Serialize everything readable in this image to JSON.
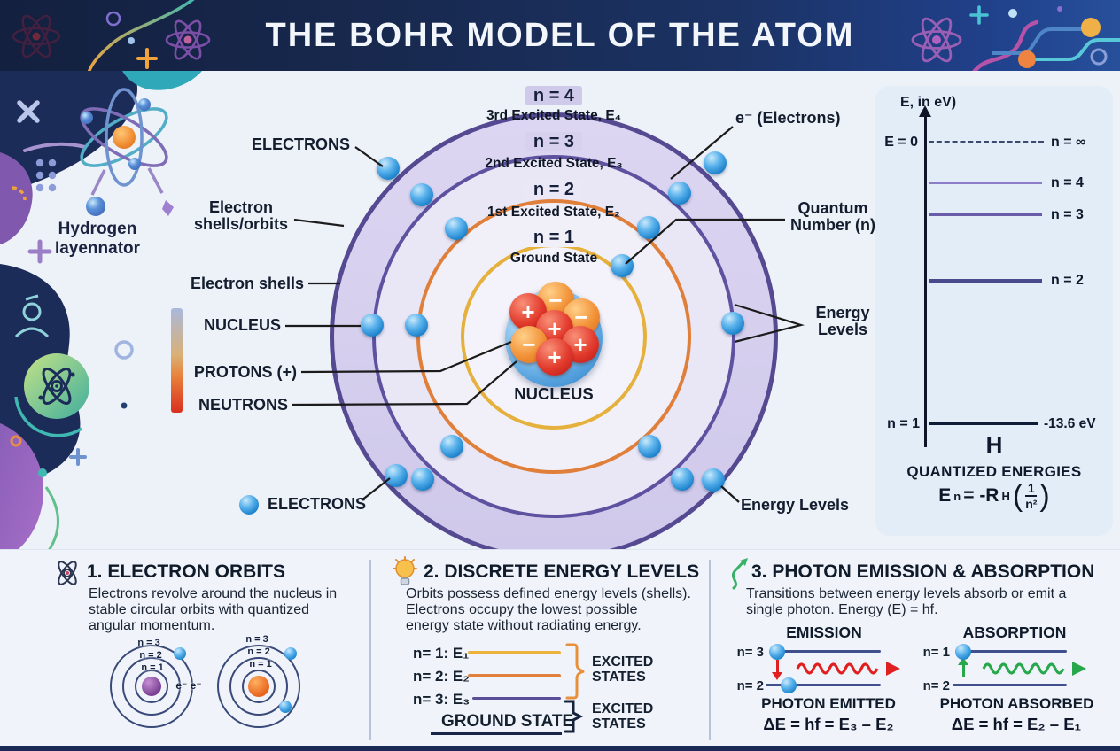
{
  "header": {
    "title": "THE BOHR MODEL OF THE ATOM"
  },
  "sidebar": {
    "brand_line1": "Hydrogen",
    "brand_line2": "Iayennator"
  },
  "diagram": {
    "shells": [
      {
        "n": "n = 4",
        "state": "3rd Excited State, E₄"
      },
      {
        "n": "n = 3",
        "state": "2nd Excited State, E₃"
      },
      {
        "n": "n = 2",
        "state": "1st Excited State, E₂"
      },
      {
        "n": "n = 1",
        "state": "Ground State"
      }
    ],
    "nucleus_caption": "NUCLEUS",
    "proton_symbol": "+",
    "neutron_symbol": "−",
    "labels": {
      "electrons_top": "ELECTRONS",
      "electron_shells_orbits": "Electron shells/orbits",
      "electron_shells": "Electron shells",
      "nucleus": "NUCLEUS",
      "protons": "PROTONS (+)",
      "neutrons": "NEUTRONS",
      "electrons_bottom": "ELECTRONS",
      "e_minus_electrons": "e⁻ (Electrons)",
      "quantum_number": "Quantum Number (n)",
      "energy_levels_right": "Energy Levels",
      "energy_levels_bottom": "Energy Levels"
    }
  },
  "energy_panel": {
    "axis_title": "E, in eV)",
    "zero_label": "E = 0",
    "infinity_label": "n = ∞",
    "level_n4": "n = 4",
    "level_n3": "n = 3",
    "level_n2": "n = 2",
    "level_n1": "n = 1",
    "ground_energy": "-13.6 eV",
    "element_symbol": "H",
    "caption": "QUANTIZED ENERGIES",
    "formula": {
      "base": "E",
      "base_sub": "n",
      "mid": "= -R",
      "mid_sub": "H",
      "open": "(",
      "num": "1",
      "den": "n²",
      "close": ")"
    }
  },
  "sections": {
    "one": {
      "title": "1. ELECTRON ORBITS",
      "line1": "Electrons revolve around the nucleus in",
      "line2": "stable circular orbits with quantized",
      "line3": "angular momentum.",
      "mini_n3": "n = 3",
      "mini_n2": "n = 2",
      "mini_n1": "n = 1",
      "electron_pair": "e⁻ e⁻"
    },
    "two": {
      "title": "2. DISCRETE ENERGY LEVELS",
      "line1": "Orbits possess defined energy levels (shells).",
      "line2": "Electrons occupy the lowest possible",
      "line3": "energy state without radiating energy.",
      "level1": "n= 1: E₁",
      "level2": "n= 2: E₂",
      "level3": "n= 3: E₃",
      "bracket_top": "EXCITED STATES",
      "ground": "GROUND STATE",
      "bracket_bottom": "EXCITED STATES"
    },
    "three": {
      "title": "3. PHOTON EMISSION & ABSORPTION",
      "line1": "Transitions between energy levels absorb or emit a",
      "line2": "single photon. Energy (E) = hf.",
      "emission": {
        "title": "EMISSION",
        "top_level": "n= 3",
        "bottom_level": "n= 2",
        "caption": "PHOTON EMITTED",
        "formula": "ΔE = hf = E₃ – E₂"
      },
      "absorption": {
        "title": "ABSORPTION",
        "top_level": "n= 1",
        "bottom_level": "n= 2",
        "caption": "PHOTON ABSORBED",
        "formula": "ΔE = hf = E₂ – E₁"
      }
    }
  },
  "colors": {
    "header_navy": "#16254e",
    "orbit_n4": "#554a92",
    "orbit_n3": "#5e51a0",
    "orbit_n2": "#df7f3a",
    "orbit_n1": "#e5b13c",
    "electron_blue": "#2f9ce0",
    "proton_red": "#d8262b",
    "neutron_orange": "#f09035",
    "emission_red": "#e02020",
    "absorption_green": "#28a84c",
    "panel_bg": "#e3edf8"
  }
}
